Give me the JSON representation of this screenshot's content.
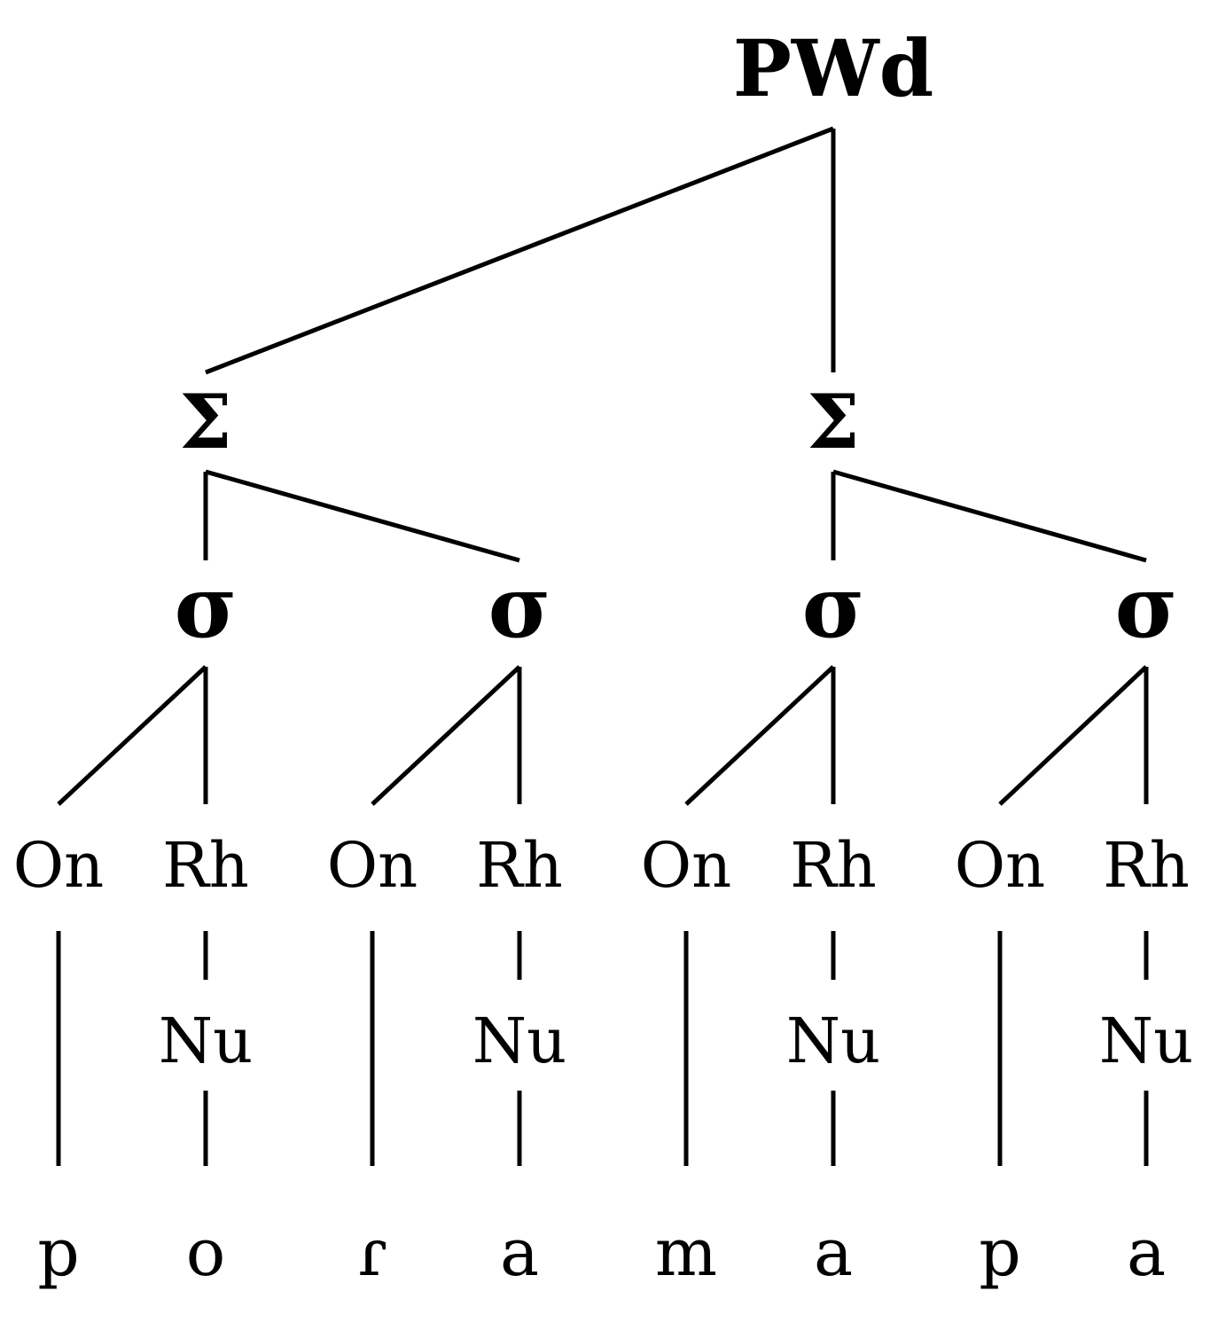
{
  "diagram": {
    "type": "prosodic-tree",
    "line_color": "#000000",
    "text_color": "#000000",
    "root": {
      "label": "PWd",
      "level": "prosodic-word",
      "children": [
        {
          "label": "Σ",
          "level": "foot",
          "children": [
            {
              "label": "σ",
              "level": "syllable",
              "onset": {
                "label": "On",
                "segment": "p"
              },
              "rhyme": {
                "label": "Rh",
                "nucleus": {
                  "label": "Nu",
                  "segment": "o"
                }
              }
            },
            {
              "label": "σ",
              "level": "syllable",
              "onset": {
                "label": "On",
                "segment": "ɾ"
              },
              "rhyme": {
                "label": "Rh",
                "nucleus": {
                  "label": "Nu",
                  "segment": "a"
                }
              }
            }
          ]
        },
        {
          "label": "Σ",
          "level": "foot",
          "children": [
            {
              "label": "σ",
              "level": "syllable",
              "onset": {
                "label": "On",
                "segment": "m"
              },
              "rhyme": {
                "label": "Rh",
                "nucleus": {
                  "label": "Nu",
                  "segment": "a"
                }
              }
            },
            {
              "label": "σ",
              "level": "syllable",
              "onset": {
                "label": "On",
                "segment": "p"
              },
              "rhyme": {
                "label": "Rh",
                "nucleus": {
                  "label": "Nu",
                  "segment": "a"
                }
              }
            }
          ]
        }
      ]
    },
    "segments": [
      "p",
      "o",
      "ɾ",
      "a",
      "m",
      "a",
      "p",
      "a"
    ]
  }
}
